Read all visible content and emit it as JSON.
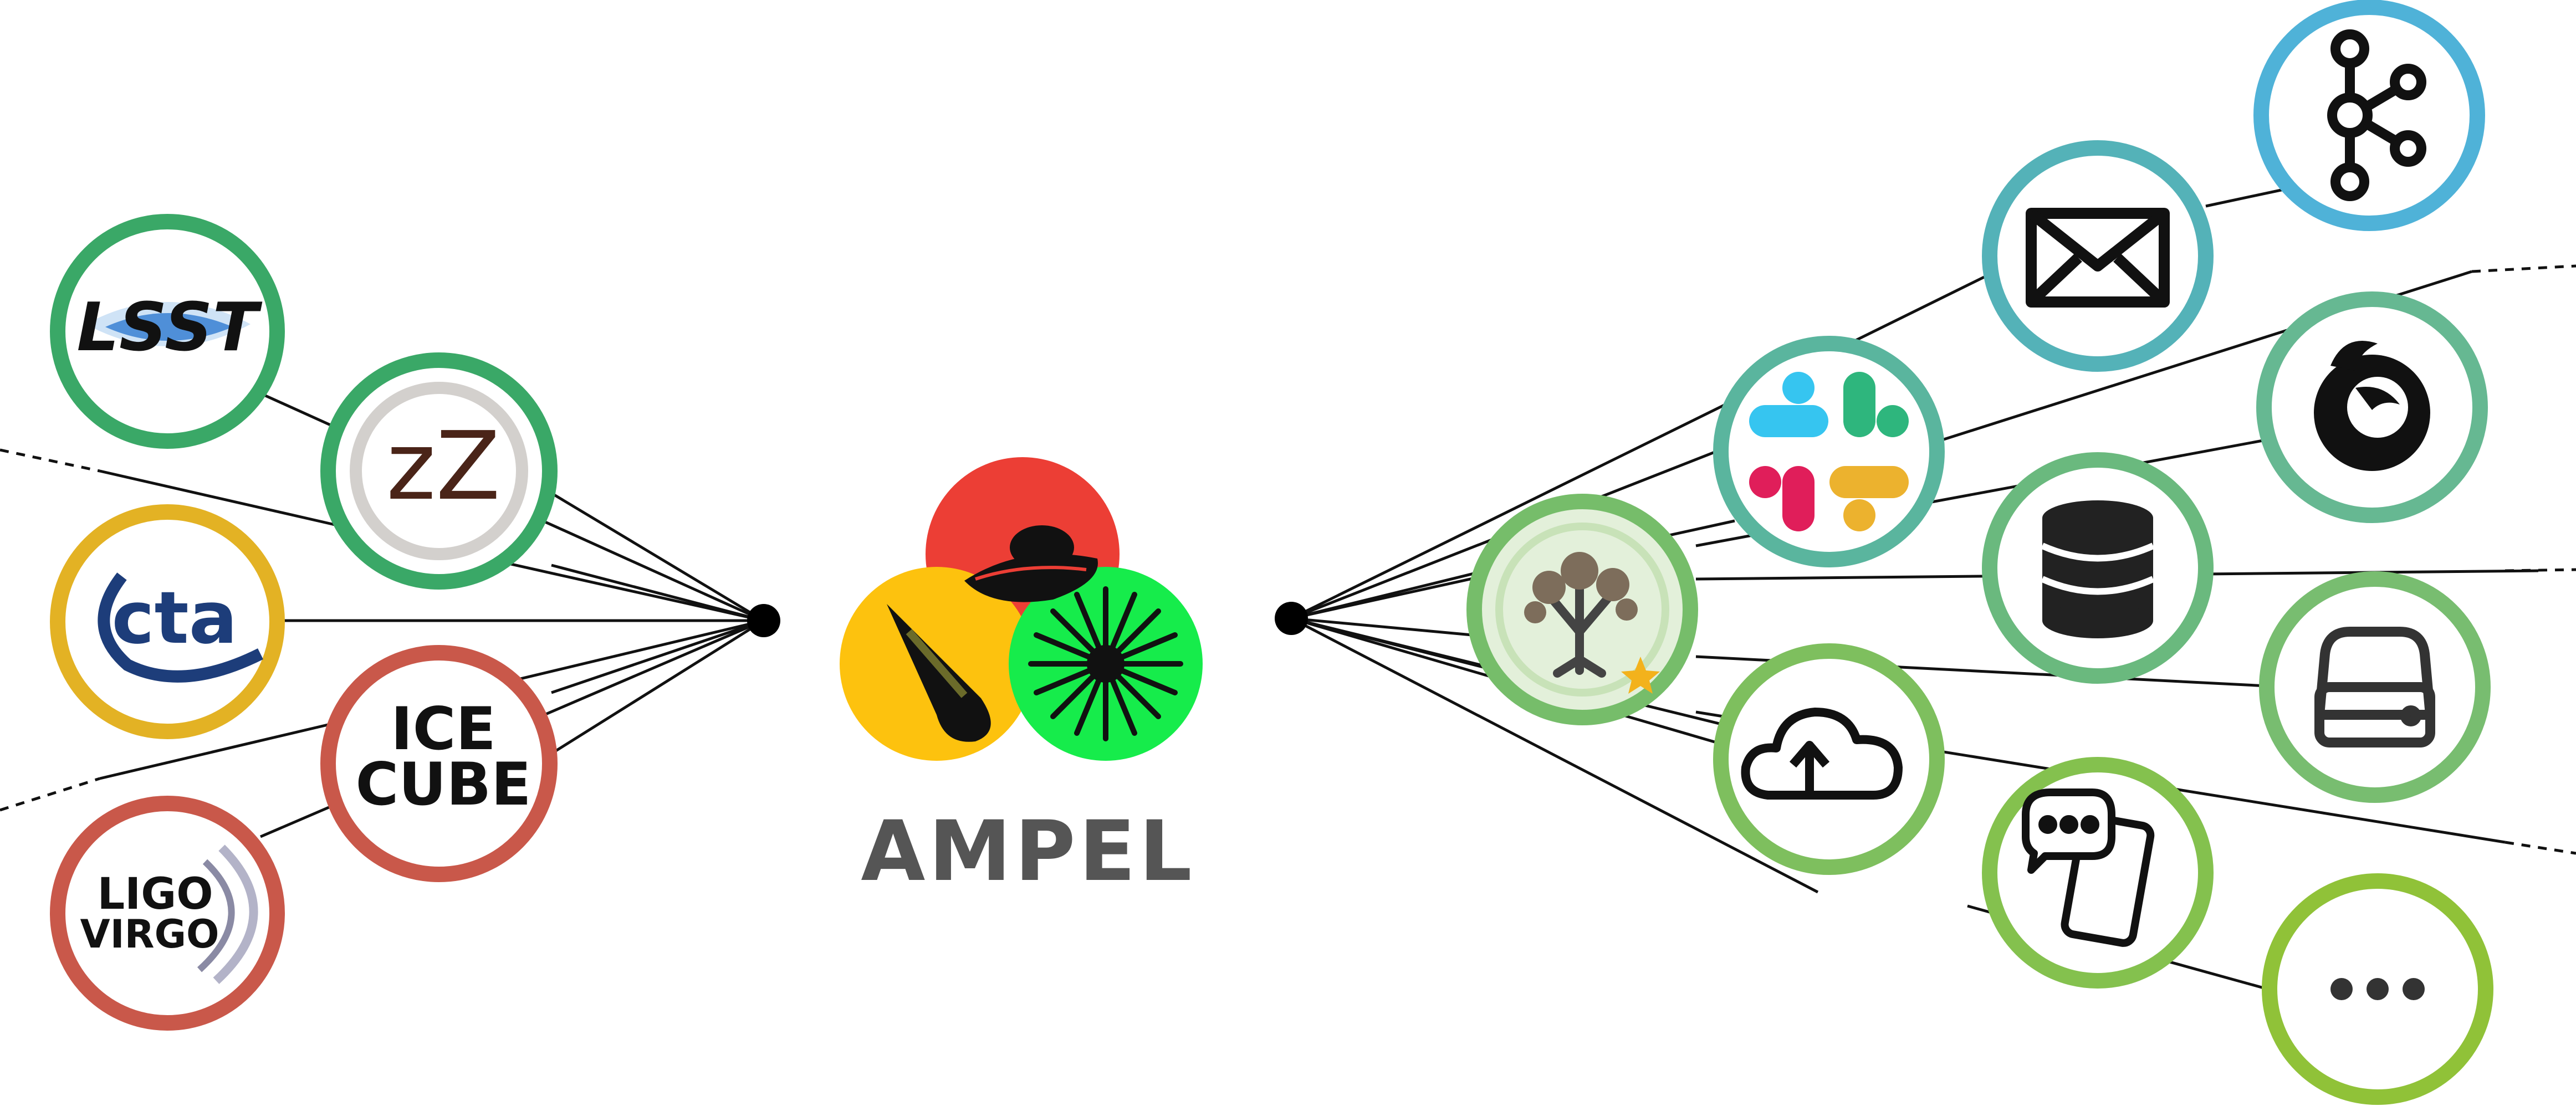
{
  "colors": {
    "background": "#ffffff",
    "line": "#111111",
    "text_dark": "#555555",
    "ring_lsst": "#3aa867",
    "ring_ztf": "#3aa867",
    "ring_cta": "#e3b224",
    "ring_icecube": "#c9584a",
    "ring_ligo": "#c9584a",
    "ring_kafka": "#4fb2d8",
    "ring_email": "#54b2b8",
    "ring_slack": "#5ab59e",
    "ring_firefox": "#66b892",
    "ring_database": "#6ab97e",
    "ring_tree": "#76bd6a",
    "ring_storage": "#78bd70",
    "ring_cloud": "#7ebf5e",
    "ring_mobile": "#84c14e",
    "ring_more": "#90c238",
    "venn_red": "#ec3e35",
    "venn_yellow": "#fdc20e",
    "venn_green": "#16ec4b"
  },
  "sources": {
    "lsst": {
      "label": "LSST",
      "icon": "lsst-logo-icon"
    },
    "ztf": {
      "label": "zZ",
      "icon": "ztf-logo-icon"
    },
    "cta": {
      "label": "cta",
      "icon": "cta-logo-icon"
    },
    "icecube": {
      "line1": "ICE",
      "line2": "CUBE",
      "icon": "icecube-logo-icon"
    },
    "ligo": {
      "line1": "LIGO",
      "line2": "VIRGO",
      "icon": "ligo-virgo-logo-icon"
    }
  },
  "center": {
    "title": "AMPEL",
    "icons": [
      "ufo-icon",
      "comet-icon",
      "starburst-icon"
    ]
  },
  "outputs": {
    "kafka": {
      "icon": "kafka-icon"
    },
    "email": {
      "icon": "envelope-icon"
    },
    "slack": {
      "icon": "slack-icon"
    },
    "firefox": {
      "icon": "firefox-icon"
    },
    "database": {
      "icon": "database-icon"
    },
    "tree": {
      "icon": "tree-icon"
    },
    "storage": {
      "icon": "hard-drive-icon"
    },
    "cloud": {
      "icon": "cloud-upload-icon"
    },
    "mobile": {
      "icon": "mobile-chat-icon"
    },
    "more": {
      "icon": "more-dots-icon"
    }
  }
}
